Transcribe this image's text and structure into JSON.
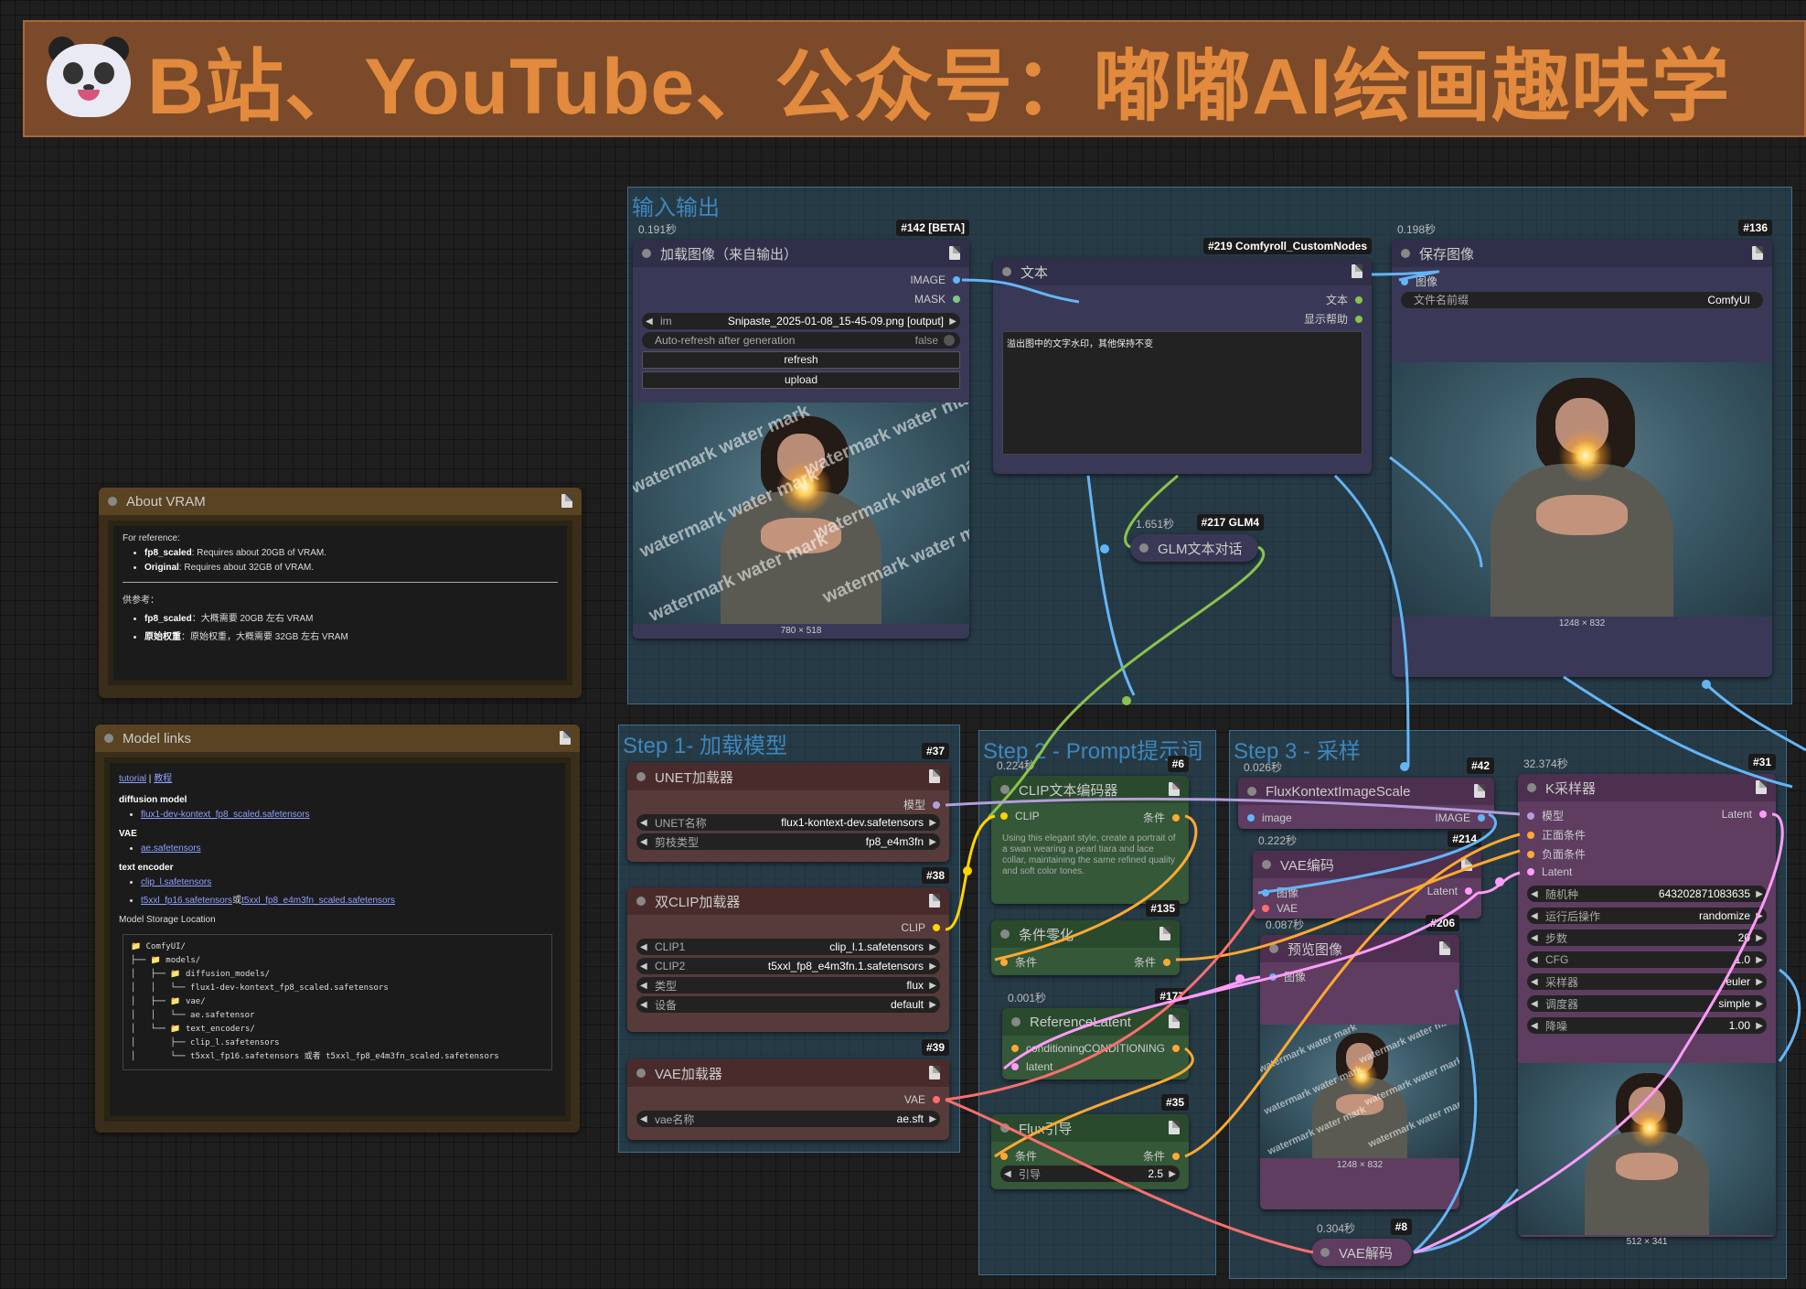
{
  "banner": {
    "text": "B站、YouTube、公众号：嘟嘟AI绘画趣味学",
    "icon": "panda-icon"
  },
  "groups": {
    "io": "输入输出",
    "step1": "Step 1- 加载模型",
    "step2": "Step 2 - Prompt提示词",
    "step3": "Step 3 - 采样"
  },
  "nodes": {
    "load_image": {
      "timing": "0.191秒",
      "badge": "#142 [BETA]",
      "title": "加载图像（来自输出）",
      "out_image": "IMAGE",
      "out_mask": "MASK",
      "image_prefix": "im",
      "image_value": "Snipaste_2025-01-08_15-45-09.png [output]",
      "autorefresh_label": "Auto-refresh after generation",
      "autorefresh_value": "false",
      "refresh_label": "refresh",
      "upload_label": "upload",
      "watermark": "watermark water mark",
      "size": "780 × 518"
    },
    "text": {
      "badge": "#219 Comfyroll_CustomNodes",
      "title": "文本",
      "out_text": "文本",
      "out_help": "显示帮助",
      "content": "溢出图中的文字水印，其他保持不变"
    },
    "save_image": {
      "timing": "0.198秒",
      "badge": "#136",
      "title": "保存图像",
      "in_image": "图像",
      "prefix_label": "文件名前缀",
      "prefix_value": "ComfyUI",
      "size": "1248 × 832"
    },
    "glm": {
      "timing": "1.651秒",
      "badge": "#217 GLM4",
      "title": "GLM文本对话"
    },
    "about_vram": {
      "title": "About VRAM",
      "ref": "For reference:",
      "items_en": [
        {
          "k": "fp8_scaled",
          "v": ": Requires about 20GB of VRAM."
        },
        {
          "k": "Original",
          "v": ": Requires about 32GB of VRAM."
        }
      ],
      "ref_cn": "供参考：",
      "items_cn": [
        {
          "k": "fp8_scaled",
          "v": "：大概需要 20GB 左右 VRAM"
        },
        {
          "k": "原始权重",
          "v": "：原始权重，大概需要 32GB 左右 VRAM"
        }
      ]
    },
    "model_links": {
      "title": "Model links",
      "tutorial": "tutorial",
      "sep": "|",
      "tutorial_cn": "教程",
      "h_diffusion": "diffusion model",
      "diffusion_file": "flux1-dev-kontext_fp8_scaled.safetensors",
      "h_vae": "VAE",
      "vae_file": "ae.safetensors",
      "h_te": "text encoder",
      "te_file1": "clip_l.safetensors",
      "te_file2a": "t5xxl_fp16.safetensors",
      "te_or": "或",
      "te_file2b": "t5xxl_fp8_e4m3fn_scaled.safetensors",
      "h_storage": "Model Storage Location",
      "tree": [
        "📁 ComfyUI/",
        "├── 📁 models/",
        "│   ├── 📁 diffusion_models/",
        "│   │   └── flux1-dev-kontext_fp8_scaled.safetensors",
        "│   ├── 📁 vae/",
        "│   │   └── ae.safetensor",
        "│   └── 📁 text_encoders/",
        "│       ├── clip_l.safetensors",
        "│       └── t5xxl_fp16.safetensors 或者 t5xxl_fp8_e4m3fn_scaled.safetensors"
      ]
    },
    "unet": {
      "badge": "#37",
      "title": "UNET加载器",
      "out": "模型",
      "w1_label": "UNET名称",
      "w1_value": "flux1-kontext-dev.safetensors",
      "w2_label": "剪枝类型",
      "w2_value": "fp8_e4m3fn"
    },
    "dualclip": {
      "badge": "#38",
      "title": "双CLIP加载器",
      "out": "CLIP",
      "w1_label": "CLIP1",
      "w1_value": "clip_l.1.safetensors",
      "w2_label": "CLIP2",
      "w2_value": "t5xxl_fp8_e4m3fn.1.safetensors",
      "w3_label": "类型",
      "w3_value": "flux",
      "w4_label": "设备",
      "w4_value": "default"
    },
    "vae_loader": {
      "badge": "#39",
      "title": "VAE加载器",
      "out": "VAE",
      "w1_label": "vae名称",
      "w1_value": "ae.sft"
    },
    "clip_encode": {
      "timing": "0.224秒",
      "badge": "#6",
      "title": "CLIP文本编码器",
      "in_clip": "CLIP",
      "out": "条件",
      "text": "Using this elegant style, create a portrait of a swan wearing a pearl tiara and lace collar, maintaining the same refined quality and soft color tones."
    },
    "cond_zero": {
      "badge": "#135",
      "title": "条件零化",
      "in": "条件",
      "out": "条件"
    },
    "ref_latent": {
      "timing": "0.001秒",
      "badge": "#177",
      "title": "ReferenceLatent",
      "in1": "conditioning",
      "out": "CONDITIONING",
      "in2": "latent"
    },
    "flux_guidance": {
      "badge": "#35",
      "title": "Flux引导",
      "in": "条件",
      "out": "条件",
      "w1_label": "引导",
      "w1_value": "2.5"
    },
    "flux_scale": {
      "timing": "0.026秒",
      "badge": "#42",
      "title": "FluxKontextImageScale",
      "in": "image",
      "out": "IMAGE"
    },
    "vae_encode": {
      "timing": "0.222秒",
      "badge": "#214",
      "title": "VAE编码",
      "in1": "图像",
      "out": "Latent",
      "in2": "VAE"
    },
    "preview": {
      "timing": "0.087秒",
      "badge": "#206",
      "title": "预览图像",
      "in": "图像",
      "size": "1248 × 832"
    },
    "ksampler": {
      "timing": "32.374秒",
      "badge": "#31",
      "title": "K采样器",
      "in1": "模型",
      "in2": "正面条件",
      "in3": "负面条件",
      "in4": "Latent",
      "out": "Latent",
      "w1_label": "随机种",
      "w1_value": "643202871083635",
      "w2_label": "运行后操作",
      "w2_value": "randomize",
      "w3_label": "步数",
      "w3_value": "20",
      "w4_label": "CFG",
      "w4_value": "1.0",
      "w5_label": "采样器",
      "w5_value": "euler",
      "w6_label": "调度器",
      "w6_value": "simple",
      "w7_label": "降噪",
      "w7_value": "1.00",
      "size": "512 × 341"
    },
    "vae_decode": {
      "timing": "0.304秒",
      "badge": "#8",
      "title": "VAE解码"
    }
  },
  "colors": {
    "image": "#64b5f6",
    "latent": "#ff9cf9",
    "conditioning": "#ffa931",
    "clip": "#ffd500",
    "model": "#b39ddb",
    "vae": "#ff6e6e",
    "string": "#8bc34a"
  }
}
